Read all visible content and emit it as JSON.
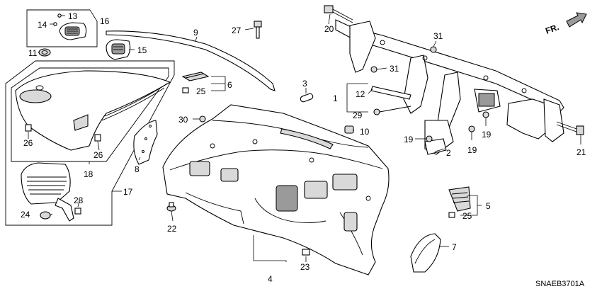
{
  "diagram": {
    "direction_label": "FR.",
    "diagram_code": "SNAEB3701A",
    "callouts": {
      "c1": "1",
      "c2": "2",
      "c3": "3",
      "c4": "4",
      "c5": "5",
      "c6": "6",
      "c7": "7",
      "c8": "8",
      "c9": "9",
      "c10": "10",
      "c11": "11",
      "c12": "12",
      "c13": "13",
      "c14": "14",
      "c15": "15",
      "c16": "16",
      "c17": "17",
      "c18": "18",
      "c19a": "19",
      "c19b": "19",
      "c19c": "19",
      "c20": "20",
      "c21": "21",
      "c22": "22",
      "c23": "23",
      "c24": "24",
      "c25a": "25",
      "c25b": "25",
      "c26a": "26",
      "c26b": "26",
      "c27": "27",
      "c28": "28",
      "c29": "29",
      "c30": "30",
      "c31a": "31",
      "c31b": "31"
    }
  }
}
